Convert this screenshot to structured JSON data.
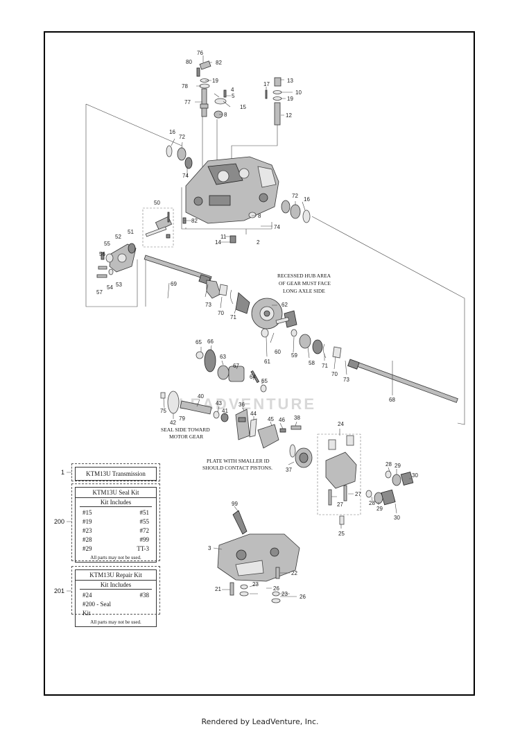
{
  "footer": "Rendered by LeadVenture, Inc.",
  "watermark": "LEADVENTURE",
  "notes": {
    "hub_line1": "RECESSED HUB AREA",
    "hub_line2": "OF GEAR MUST FACE",
    "hub_line3": "LONG AXLE SIDE",
    "seal_line1": "SEAL SIDE TOWARD",
    "seal_line2": "MOTOR GEAR",
    "plate_line1": "PLATE WITH SMALLER ID",
    "plate_line2": "SHOULD CONTACT PISTONS."
  },
  "kits": {
    "transmission": {
      "callout": "1",
      "title": "KTM13U Transmission"
    },
    "seal_kit": {
      "callout": "200",
      "title": "KTM13U Seal Kit",
      "subtitle": "Kit Includes",
      "items": [
        "#15",
        "#51",
        "#19",
        "#55",
        "#23",
        "#72",
        "#28",
        "#99",
        "#29",
        "TT-3"
      ],
      "footnote": "All parts may not be used."
    },
    "repair_kit": {
      "callout": "201",
      "title": "KTM13U Repair Kit",
      "subtitle": "Kit Includes",
      "items": [
        "#24",
        "#38",
        "#200 - Seal Kit",
        ""
      ],
      "footnote": "All parts may not be used."
    }
  },
  "labels": {
    "p76": "76",
    "p80": "80",
    "p82a": "82",
    "p19a": "19",
    "p78": "78",
    "p4": "4",
    "p5": "5",
    "p77": "77",
    "p15": "15",
    "p8a": "8",
    "p17": "17",
    "p13": "13",
    "p10": "10",
    "p19b": "19",
    "p12": "12",
    "p16a": "16",
    "p72a": "72",
    "p74a": "74",
    "p72b": "72",
    "p16b": "16",
    "p50": "50",
    "p82b": "82",
    "p8b": "8",
    "p74b": "74",
    "p11": "11",
    "p14": "14",
    "p2": "2",
    "p51": "51",
    "p52": "52",
    "p55": "55",
    "p56": "56",
    "p57": "57",
    "p54": "54",
    "p53": "53",
    "p69": "69",
    "p73a": "73",
    "p70a": "70",
    "p71a": "71",
    "p62": "62",
    "p60": "60",
    "p61": "61",
    "p59": "59",
    "p58": "58",
    "p71b": "71",
    "p70b": "70",
    "p73b": "73",
    "p68": "68",
    "p65a": "65",
    "p66": "66",
    "p63": "63",
    "p67": "67",
    "p64": "64",
    "p65b": "65",
    "p40": "40",
    "p75": "75",
    "p42": "42",
    "p79": "79",
    "p43": "43",
    "p41": "41",
    "p36": "36",
    "p44": "44",
    "p45": "45",
    "p46": "46",
    "p38": "38",
    "p24": "24",
    "p37": "37",
    "p28a": "28",
    "p29a": "29",
    "p30a": "30",
    "p27a": "27",
    "p27b": "27",
    "p28b": "28",
    "p29b": "29",
    "p30b": "30",
    "p25": "25",
    "p99": "99",
    "p3": "3",
    "p22": "22",
    "p21": "21",
    "p23a": "23",
    "p26a": "26",
    "p23b": "23",
    "p26b": "26"
  }
}
